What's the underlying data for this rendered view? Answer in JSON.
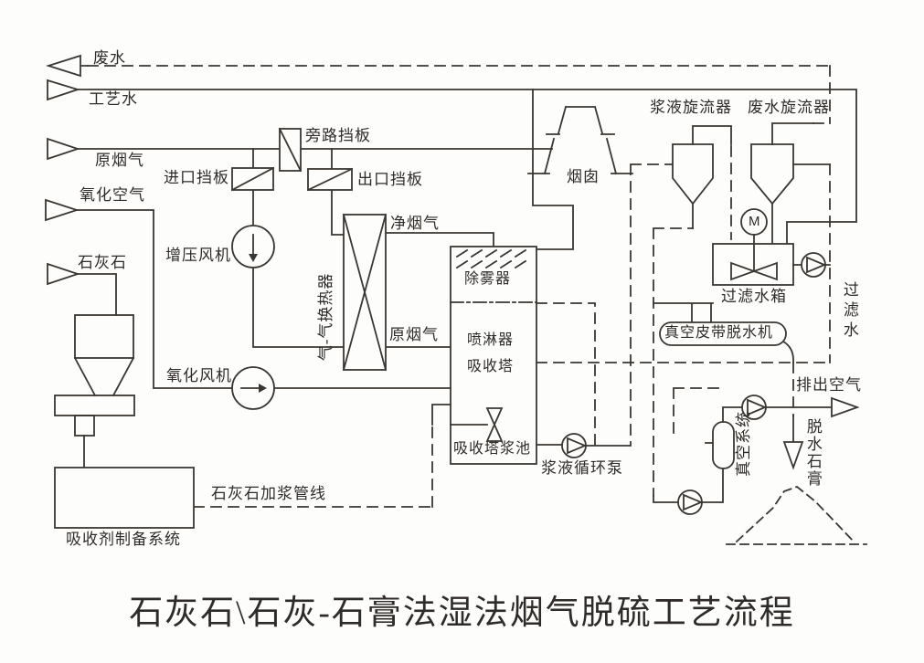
{
  "title": "石灰石\\石灰-石膏法湿法烟气脱硫工艺流程",
  "streams": {
    "wastewater": "废水",
    "process_water": "工艺水",
    "raw_flue_gas": "原烟气",
    "oxidation_air": "氧化空气",
    "limestone": "石灰石",
    "clean_flue_gas": "净烟气",
    "raw_flue_gas_mid": "原烟气",
    "filter_water": "过滤水",
    "exhaust_air": "排出空气",
    "dewatered_gypsum": "脱水石膏",
    "limestone_slurry_pipeline": "石灰石加浆管线"
  },
  "equipment": {
    "inlet_damper": "进口挡板",
    "bypass_damper": "旁路挡板",
    "outlet_damper": "出口挡板",
    "booster_fan": "增压风机",
    "oxidation_fan": "氧化风机",
    "gas_gas_heater": "气-气换热器",
    "chimney": "烟囱",
    "demister": "除雾器",
    "spray": "喷淋器",
    "absorber": "吸收塔",
    "absorber_slurry_pool": "吸收塔浆池",
    "slurry_circulation_pump": "浆液循环泵",
    "absorbent_prep_system": "吸收剂制备系统",
    "slurry_cyclone": "浆液旋流器",
    "wastewater_cyclone": "废水旋流器",
    "filter_water_tank": "过滤水箱",
    "vacuum_belt_dewaterer": "真空皮带脱水机",
    "vacuum_system": "真空系统",
    "motor": "M"
  },
  "colors": {
    "line": "#3a3631",
    "background": "#fdfdfc",
    "text": "#2f2b28"
  }
}
